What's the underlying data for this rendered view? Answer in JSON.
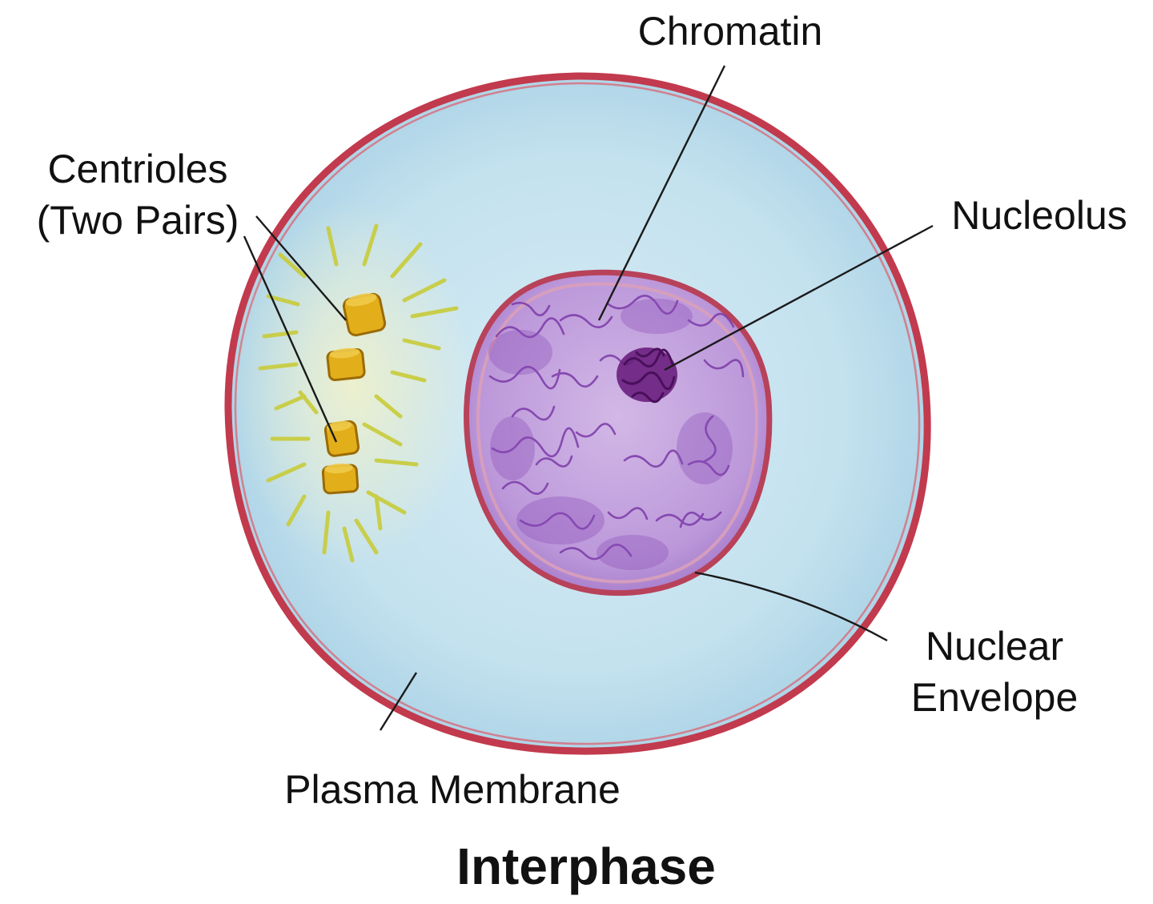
{
  "title": "Interphase",
  "labels": {
    "chromatin": "Chromatin",
    "centrioles_line1": "Centrioles",
    "centrioles_line2": "(Two Pairs)",
    "nucleolus": "Nucleolus",
    "nuclear_line1": "Nuclear",
    "nuclear_line2": "Envelope",
    "plasma_membrane": "Plasma Membrane"
  },
  "colors": {
    "cytoplasm": "#c6e3ef",
    "cytoplasm_shade": "#a9d2e6",
    "plasma_membrane": "#c23a4d",
    "nuclear_envelope": "#b8425a",
    "nucleoplasm": "#c4a4de",
    "chromatin": "#7b3aa8",
    "nucleolus": "#6a1f7e",
    "centriole": "#e2ae1a",
    "centriole_dark": "#9a6b06",
    "aster": "#c8cc3a"
  }
}
